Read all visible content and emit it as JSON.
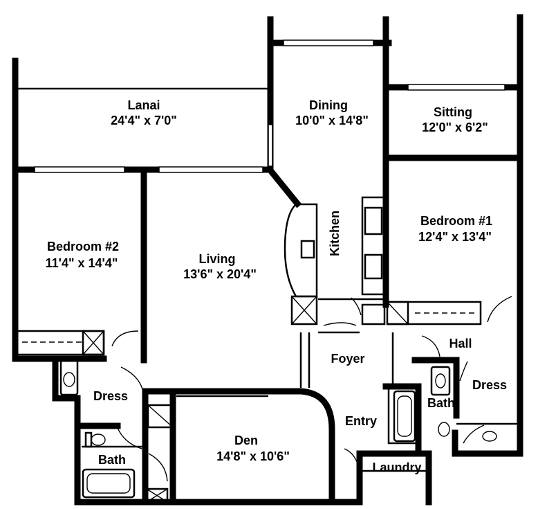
{
  "rooms": {
    "lanai": {
      "name": "Lanai",
      "size": "24'4\" x 7'0\""
    },
    "dining": {
      "name": "Dining",
      "size": "10'0\" x 14'8\""
    },
    "sitting": {
      "name": "Sitting",
      "size": "12'0\" x 6'2\""
    },
    "bedroom2": {
      "name": "Bedroom #2",
      "size": "11'4\" x 14'4\""
    },
    "living": {
      "name": "Living",
      "size": "13'6\" x 20'4\""
    },
    "kitchen": {
      "name": "Kitchen"
    },
    "bedroom1": {
      "name": "Bedroom #1",
      "size": "12'4\" x 13'4\""
    },
    "hall": {
      "name": "Hall"
    },
    "foyer": {
      "name": "Foyer"
    },
    "dress1": {
      "name": "Dress"
    },
    "dress2": {
      "name": "Dress"
    },
    "bath1": {
      "name": "Bath"
    },
    "bath2": {
      "name": "Bath"
    },
    "entry": {
      "name": "Entry"
    },
    "den": {
      "name": "Den",
      "size": "14'8\" x 10'6\""
    },
    "laundry": {
      "name": "Laundry"
    }
  }
}
